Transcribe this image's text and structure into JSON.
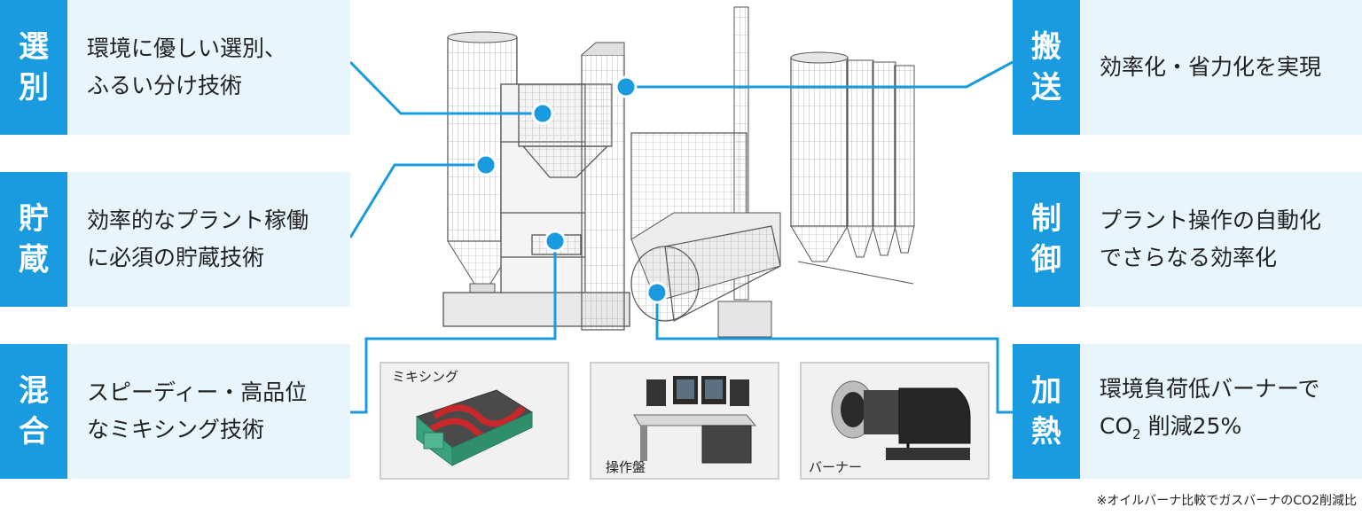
{
  "cards": {
    "sorting": {
      "tag_top": "選",
      "tag_bottom": "別",
      "line1": "環境に優しい選別、",
      "line2": "ふるい分け技術"
    },
    "storage": {
      "tag_top": "貯",
      "tag_bottom": "蔵",
      "line1": "効率的なプラント稼働",
      "line2": "に必須の貯蔵技術"
    },
    "mixing": {
      "tag_top": "混",
      "tag_bottom": "合",
      "line1": "スピーディー・高品位",
      "line2": "なミキシング技術"
    },
    "conveying": {
      "tag_top": "搬",
      "tag_bottom": "送",
      "line1": "効率化・省力化を実現"
    },
    "control": {
      "tag_top": "制",
      "tag_bottom": "御",
      "line1": "プラント操作の自動化",
      "line2": "でさらなる効率化"
    },
    "heating": {
      "tag_top": "加",
      "tag_bottom": "熱",
      "line1": "環境負荷低バーナーで",
      "line2_prefix": "CO",
      "line2_sub": "2",
      "line2_suffix": " 削減25%"
    }
  },
  "thumbnails": {
    "mixer": "ミキシング",
    "console": "操作盤",
    "burner": "バーナー"
  },
  "footnote": "※オイルバーナ比較でガスバーナのCO2削減比",
  "colors": {
    "accent": "#1a9be0",
    "card_bg": "#e8f5fc"
  }
}
